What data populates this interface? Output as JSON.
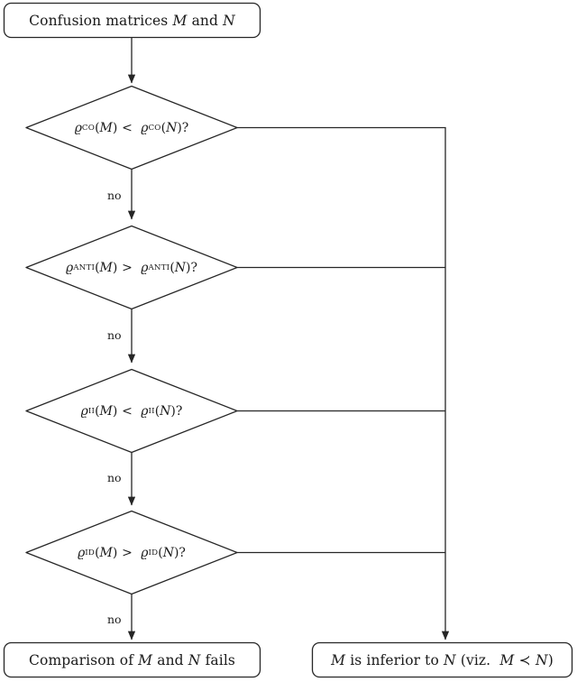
{
  "diagram": {
    "title": "Confusion matrix comparison flowchart",
    "stroke_color": "#262626",
    "background_color": "#ffffff",
    "symbols": {
      "matrix_m": "M",
      "matrix_n": "N",
      "rho": "ϱ",
      "less_than": "<",
      "greater_than": ">",
      "precedes": "≺",
      "question": "?"
    }
  },
  "nodes": {
    "start": {
      "type": "terminal",
      "shape": "rounded-rect",
      "text": "Confusion matrices M and N",
      "parts": {
        "prefix": "Confusion matrices",
        "m": "M",
        "conj": "and",
        "n": "N"
      }
    },
    "decision_co": {
      "type": "decision",
      "shape": "diamond",
      "text": "ϱCO(M) < ϱCO(N)?",
      "metric": "CO",
      "operator": "<",
      "left_operand": "M",
      "right_operand": "N"
    },
    "decision_anti": {
      "type": "decision",
      "shape": "diamond",
      "text": "ϱANTI(M) > ϱANTI(N)?",
      "metric": "ANTI",
      "operator": ">",
      "left_operand": "M",
      "right_operand": "N"
    },
    "decision_ii": {
      "type": "decision",
      "shape": "diamond",
      "text": "ϱII(M) < ϱII(N)?",
      "metric": "II",
      "operator": "<",
      "left_operand": "M",
      "right_operand": "N"
    },
    "decision_id": {
      "type": "decision",
      "shape": "diamond",
      "text": "ϱID(M) > ϱID(N)?",
      "metric": "ID",
      "operator": ">",
      "left_operand": "M",
      "right_operand": "N"
    },
    "end_fails": {
      "type": "terminal",
      "shape": "rounded-rect",
      "text": "Comparison of M and N fails",
      "parts": {
        "prefix": "Comparison of",
        "m": "M",
        "conj": "and",
        "n": "N",
        "suffix": "fails"
      }
    },
    "end_inferior": {
      "type": "terminal",
      "shape": "rounded-rect",
      "text": "M is inferior to N (viz. M ≺ N)",
      "parts": {
        "m": "M",
        "phrase": "is inferior to",
        "n": "N",
        "paren_open": "(viz.",
        "m2": "M",
        "rel": "≺",
        "n2": "N",
        "paren_close": ")"
      }
    }
  },
  "edges": {
    "no_label_1": "no",
    "no_label_2": "no",
    "no_label_3": "no",
    "no_label_4": "no"
  }
}
